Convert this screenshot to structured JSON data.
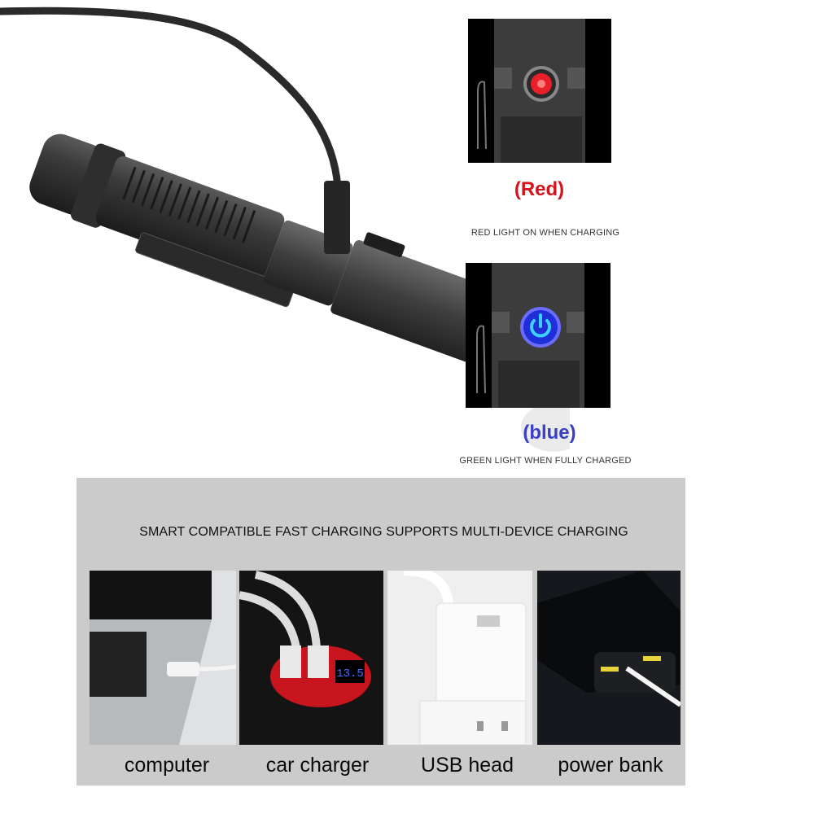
{
  "indicators": {
    "charging": {
      "color_label": "(Red)",
      "description": "RED LIGHT ON WHEN CHARGING",
      "led_color": "#e8202a"
    },
    "charged": {
      "color_label": "(blue)",
      "description": "GREEN LIGHT WHEN FULLY CHARGED",
      "led_color": "#2a3cff"
    }
  },
  "compatibility": {
    "title": "SMART COMPATIBLE FAST CHARGING SUPPORTS MULTI-DEVICE CHARGING",
    "devices": [
      {
        "label": "computer"
      },
      {
        "label": "car charger",
        "display_value": "13.5"
      },
      {
        "label": "USB head"
      },
      {
        "label": "power bank"
      }
    ]
  },
  "colors": {
    "red_caption": "#d0141e",
    "blue_caption": "#3a3fc4",
    "panel_bg": "#cbcbcb"
  }
}
